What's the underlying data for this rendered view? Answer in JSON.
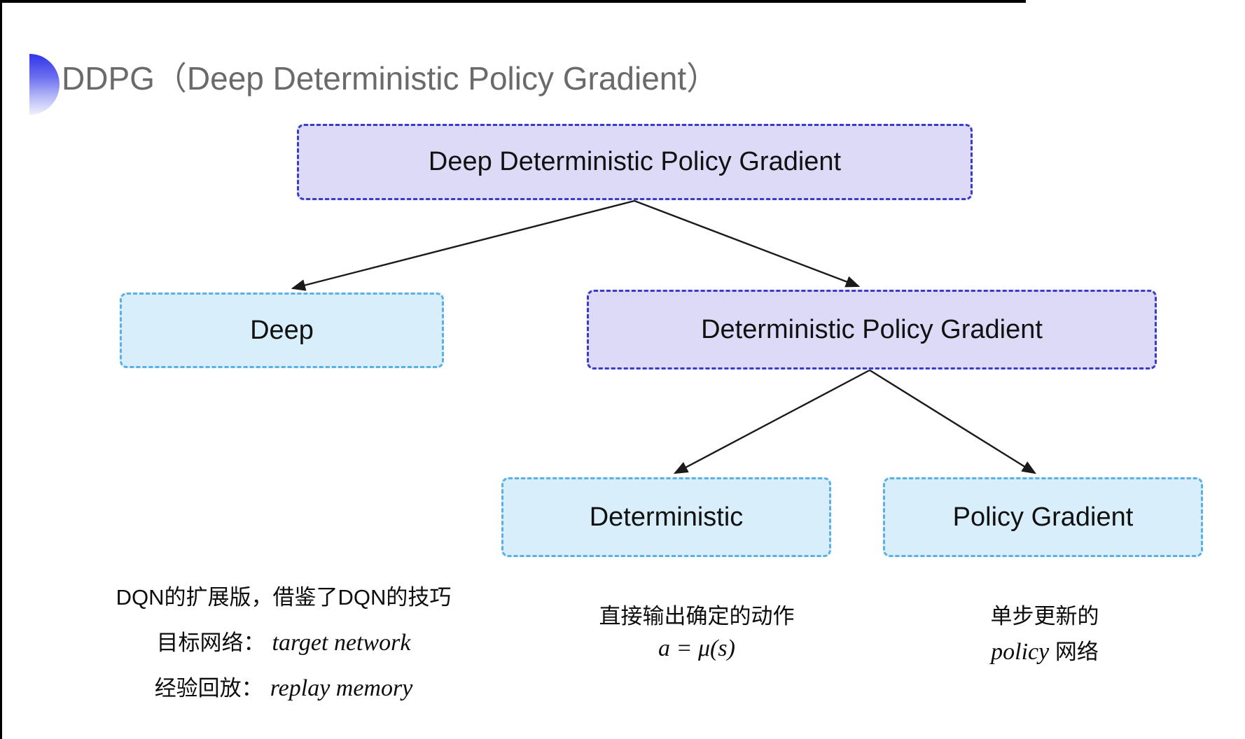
{
  "page": {
    "title": "DDPG（Deep Deterministic Policy Gradient）"
  },
  "colors": {
    "purple_fill": "#dcdaf7",
    "purple_border": "#3b3bc9",
    "cyan_fill": "#d8eefa",
    "cyan_border": "#5ab0e4",
    "title_gray": "#6a6a6a",
    "arrow_color": "#1a1a1a",
    "accent_gradient_top": "#3134e8"
  },
  "diagram": {
    "nodes": [
      {
        "id": "root",
        "label": "Deep Deterministic Policy Gradient",
        "style": "purple"
      },
      {
        "id": "deep",
        "label": "Deep",
        "style": "cyan"
      },
      {
        "id": "dpg",
        "label": "Deterministic Policy Gradient",
        "style": "purple"
      },
      {
        "id": "deterministic",
        "label": "Deterministic",
        "style": "cyan"
      },
      {
        "id": "policy-gradient",
        "label": "Policy Gradient",
        "style": "cyan"
      }
    ],
    "edges": [
      {
        "from": "root",
        "to": "deep"
      },
      {
        "from": "root",
        "to": "dpg"
      },
      {
        "from": "dpg",
        "to": "deterministic"
      },
      {
        "from": "dpg",
        "to": "policy-gradient"
      }
    ]
  },
  "notes": {
    "deep": {
      "line1": "DQN的扩展版，借鉴了DQN的技巧",
      "target_label": "目标网络：",
      "target_value": "target network",
      "replay_label": "经验回放：",
      "replay_value": "replay memory"
    },
    "deterministic": {
      "line1": "直接输出确定的动作",
      "formula": "a = μ(s)"
    },
    "policy_gradient": {
      "line1": "单步更新的",
      "word_italic": "policy",
      "word_rest": " 网络"
    }
  }
}
